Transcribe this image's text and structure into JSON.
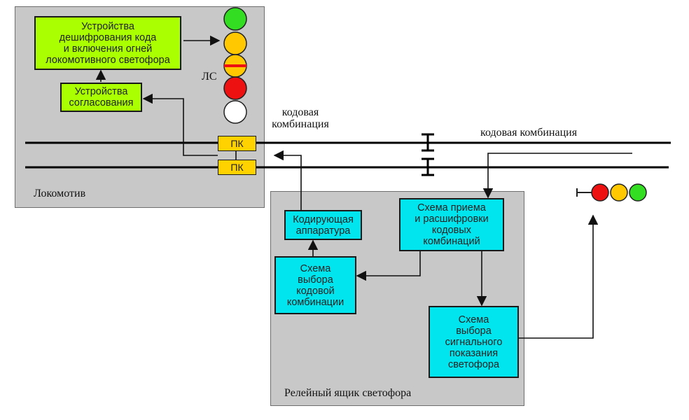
{
  "locomotive": {
    "label": "Локомотив",
    "decoder_block": "Устройства\nдешифрования кода\nи включения огней\nлокомотивного светофора",
    "matching_block": "Устройства\nсогласования",
    "signal_label": "ЛС",
    "lights": [
      "green",
      "yellow",
      "yellow-red",
      "red",
      "white"
    ]
  },
  "pk_labels": [
    "ПК",
    "ПК"
  ],
  "code_label_top": "кодовая\nкомбинация",
  "code_label_right": "кодовая комбинация",
  "relay_box": {
    "label": "Релейный ящик светофора",
    "receive_block": "Схема приема\nи расшифровки\nкодовых\nкомбинаций",
    "coding_block": "Кодирующая\nаппаратура",
    "code_select_block": "Схема\nвыбора\nкодовой\nкомбинации",
    "signal_select_block": "Схема\nвыбора\nсигнального\nпоказания\nсветофора"
  },
  "wayside_signal": {
    "lights": [
      "red",
      "yellow",
      "green"
    ]
  },
  "colors": {
    "panel": "#c8c8c8",
    "green_block": "#aaff00",
    "cyan_block": "#00e5ee",
    "pk": "#ffd200",
    "light_green": "#33dd22",
    "light_yellow": "#ffc800",
    "light_red": "#ee1111",
    "light_white": "#ffffff"
  }
}
